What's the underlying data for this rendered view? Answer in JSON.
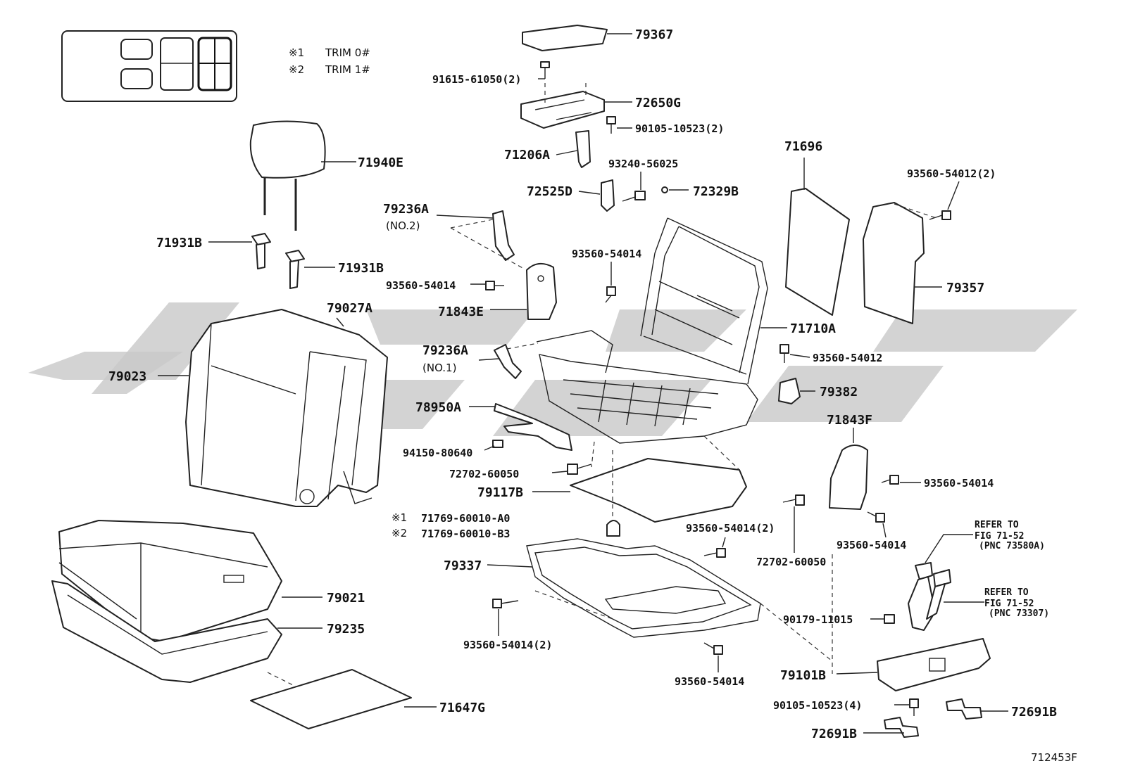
{
  "figure_code": "712453F",
  "notes": [
    {
      "mark": "※1",
      "text": "TRIM 0#"
    },
    {
      "mark": "※2",
      "text": "TRIM 1#"
    }
  ],
  "parts": {
    "p79367": "79367",
    "p91615": "91615-61050(2)",
    "p72650G": "72650G",
    "p90105a": "90105-10523(2)",
    "p71206A": "71206A",
    "p93240": "93240-56025",
    "p72525D": "72525D",
    "p72329B": "72329B",
    "p71696": "71696",
    "p93560_54012_2": "93560-54012(2)",
    "p71940E": "71940E",
    "p71931B_1": "71931B",
    "p71931B_2": "71931B",
    "p79236A_2": "79236A",
    "p79236A_2note": "(NO.2)",
    "p93560_54014_a": "93560-54014",
    "p93560_54014_b": "93560-54014",
    "p79357": "79357",
    "p71843E": "71843E",
    "p79027A": "79027A",
    "p79023": "79023",
    "p71710A": "71710A",
    "p79236A_1": "79236A",
    "p79236A_1note": "(NO.1)",
    "p93560_54012": "93560-54012",
    "p79382": "79382",
    "p78950A": "78950A",
    "p71843F": "71843F",
    "p94150": "94150-80640",
    "p72702_a": "72702-60050",
    "p93560_54014_c": "93560-54014",
    "p79117B": "79117B",
    "p71769_a_mark": "※1",
    "p71769_a": "71769-60010-A0",
    "p71769_b_mark": "※2",
    "p71769_b": "71769-60010-B3",
    "p93560_54014_2a": "93560-54014(2)",
    "p93560_54014_d": "93560-54014",
    "p72702_b": "72702-60050",
    "p79337": "79337",
    "p79021": "79021",
    "p79235": "79235",
    "p90179": "90179-11015",
    "p93560_54014_2b": "93560-54014(2)",
    "p93560_54014_e": "93560-54014",
    "p79101B": "79101B",
    "p90105b": "90105-10523(4)",
    "p71647G": "71647G",
    "p72691B_1": "72691B",
    "p72691B_2": "72691B"
  },
  "refs": [
    {
      "line1": "REFER TO",
      "line2": "FIG 71-52",
      "line3": "(PNC 73580A)"
    },
    {
      "line1": "REFER TO",
      "line2": "FIG 71-52",
      "line3": "(PNC 73307)"
    }
  ]
}
